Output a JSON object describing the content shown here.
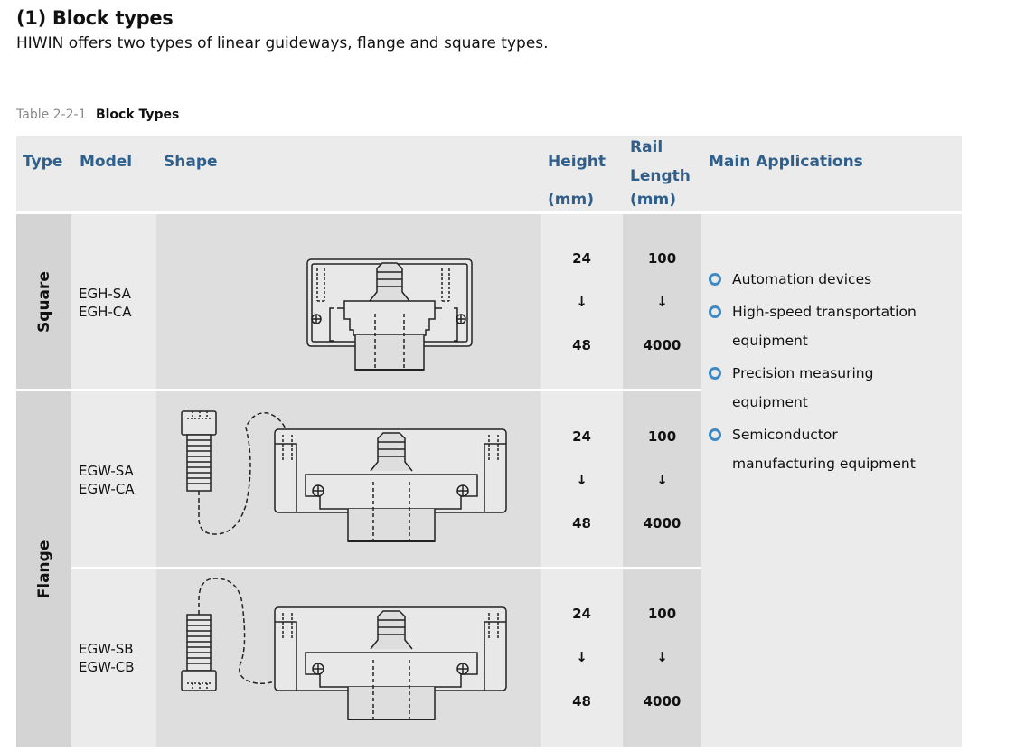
{
  "heading": "(1) Block types",
  "intro": "HIWIN offers two types of linear guideways, flange and square types.",
  "caption": {
    "number": "Table 2-2-1",
    "title": "Block Types"
  },
  "headers": {
    "type": "Type",
    "model": "Model",
    "shape": "Shape",
    "height_line1": "Height",
    "height_line2": "(mm)",
    "rail_line1": "Rail",
    "rail_line2": "Length",
    "rail_line3": "(mm)",
    "apps": "Main Applications"
  },
  "groups": [
    {
      "label": "Square"
    },
    {
      "label": "Flange"
    }
  ],
  "rows": [
    {
      "models": [
        "EGH-SA",
        "EGH-CA"
      ],
      "height": {
        "min": "24",
        "arrow": "↓",
        "max": "48"
      },
      "rail": {
        "min": "100",
        "arrow": "↓",
        "max": "4000"
      },
      "icon": "square-block-drawing"
    },
    {
      "models": [
        "EGW-SA",
        "EGW-CA"
      ],
      "height": {
        "min": "24",
        "arrow": "↓",
        "max": "48"
      },
      "rail": {
        "min": "100",
        "arrow": "↓",
        "max": "4000"
      },
      "icon": "flange-block-drawing-bolt-up"
    },
    {
      "models": [
        "EGW-SB",
        "EGW-CB"
      ],
      "height": {
        "min": "24",
        "arrow": "↓",
        "max": "48"
      },
      "rail": {
        "min": "100",
        "arrow": "↓",
        "max": "4000"
      },
      "icon": "flange-block-drawing-bolt-down"
    }
  ],
  "applications": [
    {
      "line1": "Automation devices",
      "line2": ""
    },
    {
      "line1": "High-speed transportation",
      "line2": "equipment"
    },
    {
      "line1": "Precision measuring",
      "line2": "equipment"
    },
    {
      "line1": "Semiconductor",
      "line2": "manufacturing equipment"
    }
  ],
  "colors": {
    "header_text": "#2f5f8a",
    "bullet": "#3e89c4"
  }
}
